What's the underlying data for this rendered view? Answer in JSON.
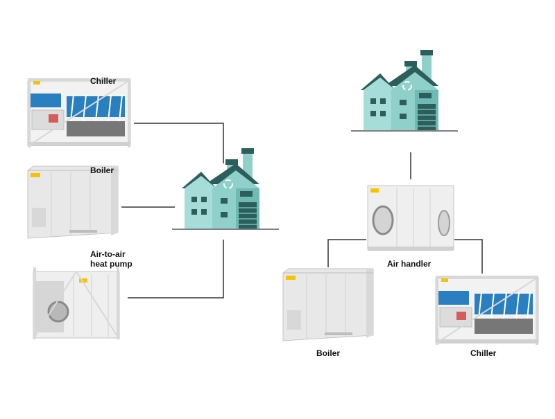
{
  "labels": {
    "chiller_left": "Chiller",
    "boiler_left": "Boiler",
    "heat_pump_line1": "Air-to-air",
    "heat_pump_line2": "heat pump",
    "air_handler": "Air handler",
    "boiler_right": "Boiler",
    "chiller_right": "Chiller"
  },
  "icons": {
    "factory": "factory-icon",
    "recycle": "recycle-icon",
    "chiller": "chiller-unit",
    "boiler": "boiler-unit",
    "heat_pump": "heat-pump-unit",
    "air_handler": "air-handler-unit"
  },
  "colors": {
    "connector": "#333333",
    "factory_light": "#a6ddd8",
    "factory_mid": "#6fbab3",
    "factory_dark": "#2c5e5c",
    "unit_body": "#e8e8e8",
    "chiller_blue": "#2a7fc0",
    "brand_yellow": "#f5c400"
  }
}
